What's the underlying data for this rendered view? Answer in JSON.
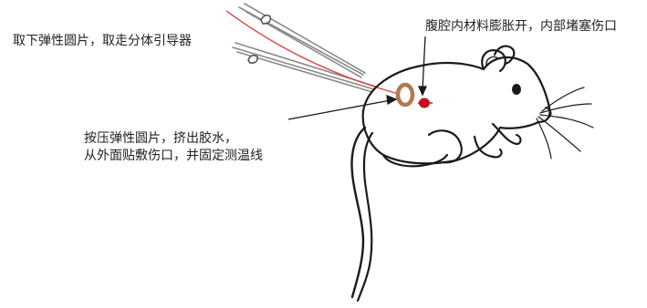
{
  "labels": {
    "remove_disc": "取下弹性圆片，取走分体引导器",
    "material_expands": "腹腔内材料膨胀开，内部堵塞伤口",
    "press_line1": "按压弹性圆片，挤出胶水，",
    "press_line2": "从外面贴敷伤口，并固定测温线"
  },
  "colors": {
    "outline": "#1a1a1a",
    "red_line": "#e23a3a",
    "disc": "#b0794f",
    "wound": "#c40f1f",
    "guide": "#8a8a8a"
  }
}
